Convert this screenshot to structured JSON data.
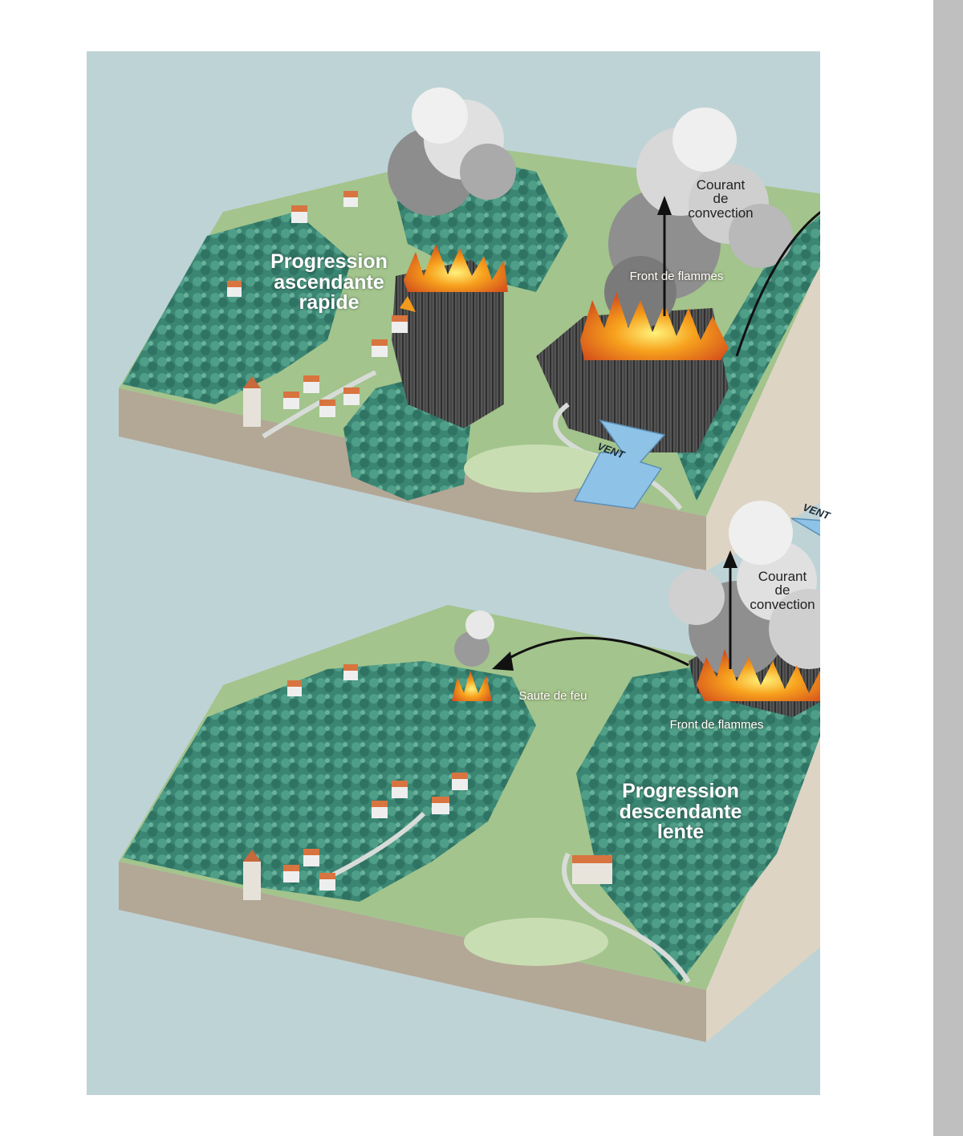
{
  "top": {
    "progression_label": [
      "Progression",
      "ascendante",
      "rapide"
    ],
    "convection_label": [
      "Courant",
      "de",
      "convection"
    ],
    "flame_front_label": "Front de flammes",
    "wind_label": "VENT"
  },
  "bottom": {
    "progression_label": [
      "Progression",
      "descendante",
      "lente"
    ],
    "convection_label": [
      "Courant",
      "de",
      "convection"
    ],
    "flame_front_label": "Front de flammes",
    "spot_fire_label": "Saute de feu",
    "wind_label": "VENT"
  },
  "colors": {
    "panel_background": "#bed3d6",
    "forest": "#3f8a78",
    "grass": "#a3c48c",
    "fire": "#f39a1e",
    "smoke": "#9a9a9a",
    "wind_arrow": "#8ec2e6"
  }
}
